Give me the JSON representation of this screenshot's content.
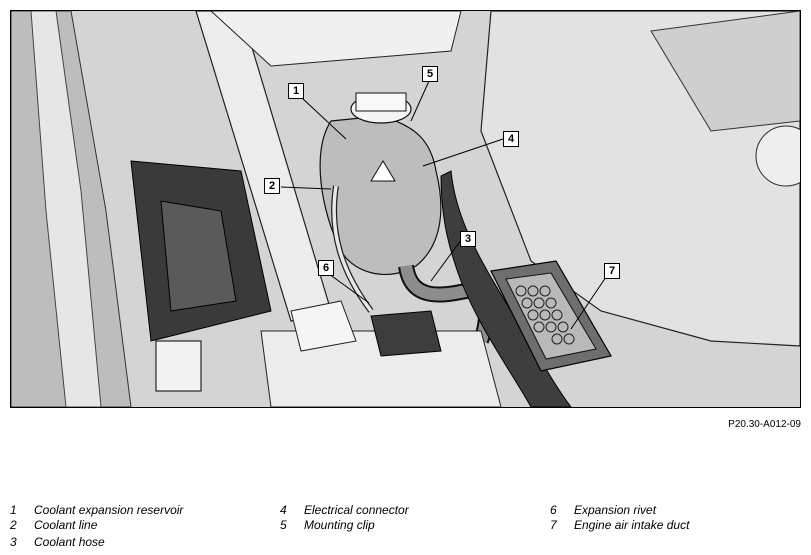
{
  "figure": {
    "code": "P20.30-A012-09",
    "callouts": [
      "1",
      "2",
      "3",
      "4",
      "5",
      "6",
      "7"
    ]
  },
  "legend": [
    {
      "num": "1",
      "label": "Coolant expansion reservoir"
    },
    {
      "num": "2",
      "label": "Coolant line"
    },
    {
      "num": "3",
      "label": "Coolant hose"
    },
    {
      "num": "4",
      "label": "Electrical connector"
    },
    {
      "num": "5",
      "label": "Mounting clip"
    },
    {
      "num": "6",
      "label": "Expansion rivet"
    },
    {
      "num": "7",
      "label": "Engine air intake duct"
    }
  ]
}
